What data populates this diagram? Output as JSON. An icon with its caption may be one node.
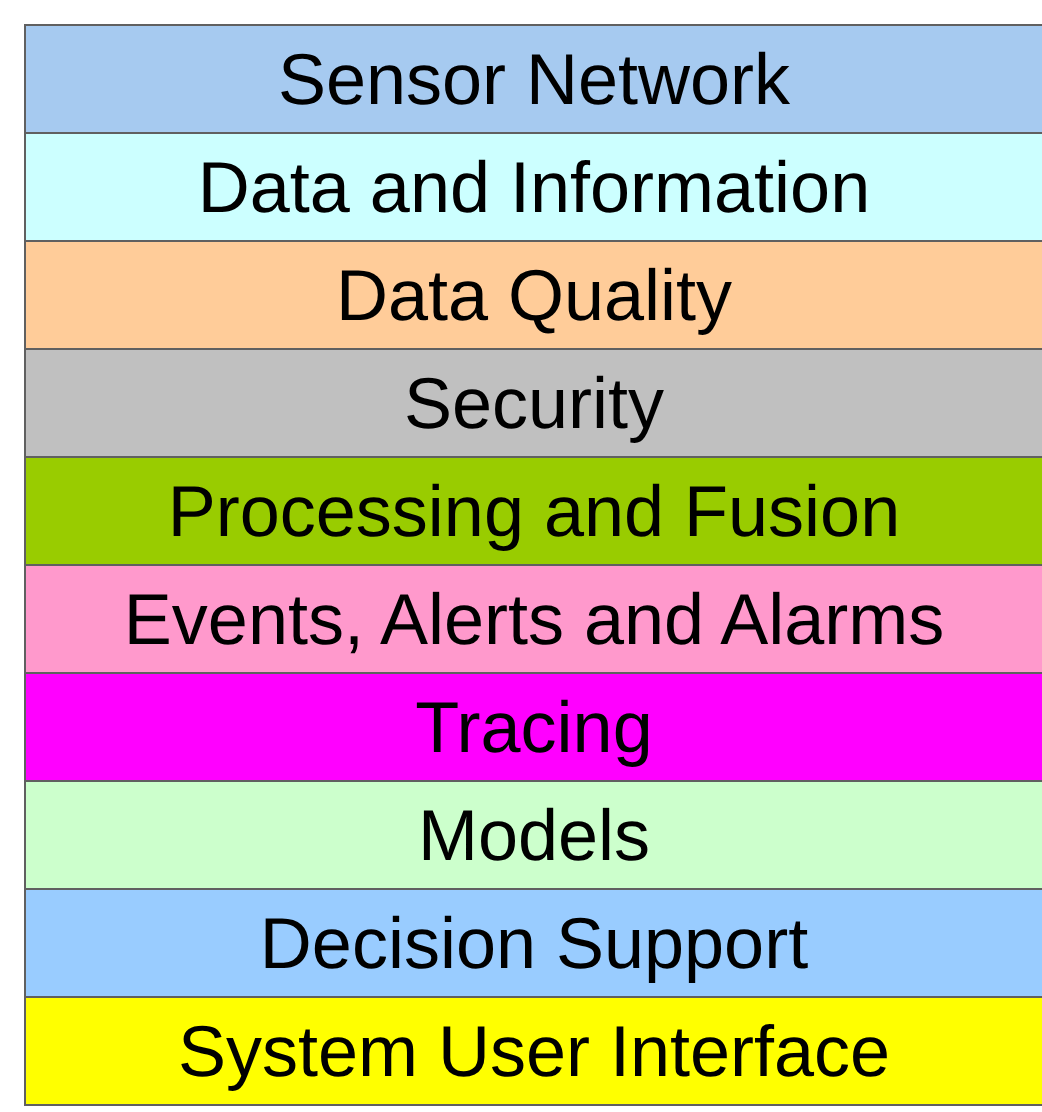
{
  "diagram": {
    "nodes": [
      {
        "text": [
          "Sensor Network"
        ]
      },
      {
        "text": [
          "Data and Information"
        ]
      },
      {
        "text": [
          "Data Quality"
        ]
      },
      {
        "text": [
          "Security"
        ]
      },
      {
        "text": [
          "Processing and Fusion"
        ]
      },
      {
        "text": [
          "Events, Alerts and Alarms"
        ]
      },
      {
        "text": [
          "Tracing"
        ]
      },
      {
        "text": [
          "Models"
        ]
      },
      {
        "text": [
          "Decision Support"
        ]
      },
      {
        "text": [
          "System User Interface"
        ]
      }
    ]
  }
}
